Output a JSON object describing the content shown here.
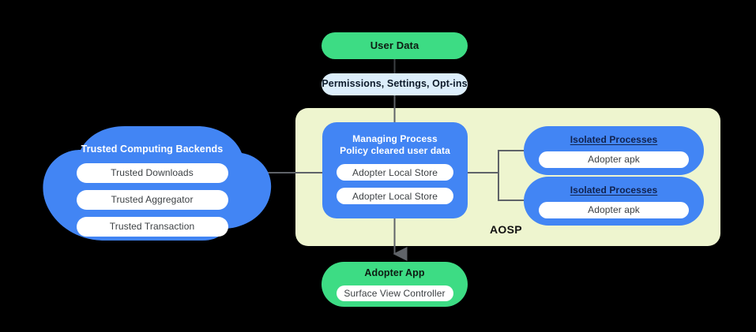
{
  "diagram": {
    "title": "AOSP Trusted Computing / Adopter architecture",
    "container_label": "AOSP",
    "colors": {
      "background": "#000000",
      "aosp_fill": "#EEF5CF",
      "blue": "#4285F4",
      "green": "#3DDC84",
      "light_blue": "#DCEEFB",
      "chip_white": "#FFFFFF",
      "connector": "#5F6368",
      "isolated_title": "#11224D"
    }
  },
  "user_data": {
    "label": "User Data"
  },
  "permissions": {
    "label": "Permissions,  Settings, Opt-ins"
  },
  "managing_process": {
    "title_line1": "Managing Process",
    "title_line2": "Policy cleared user data",
    "chips": [
      "Adopter Local Store",
      "Adopter Local Store"
    ]
  },
  "isolated_processes": [
    {
      "title": "Isolated Processes",
      "chip": "Adopter apk"
    },
    {
      "title": "Isolated Processes",
      "chip": "Adopter apk"
    }
  ],
  "cloud": {
    "title": "Trusted Computing Backends",
    "chips": [
      "Trusted Downloads",
      "Trusted Aggregator",
      "Trusted Transaction"
    ]
  },
  "adopter_app": {
    "title": "Adopter App",
    "chip": "Surface View Controller"
  }
}
